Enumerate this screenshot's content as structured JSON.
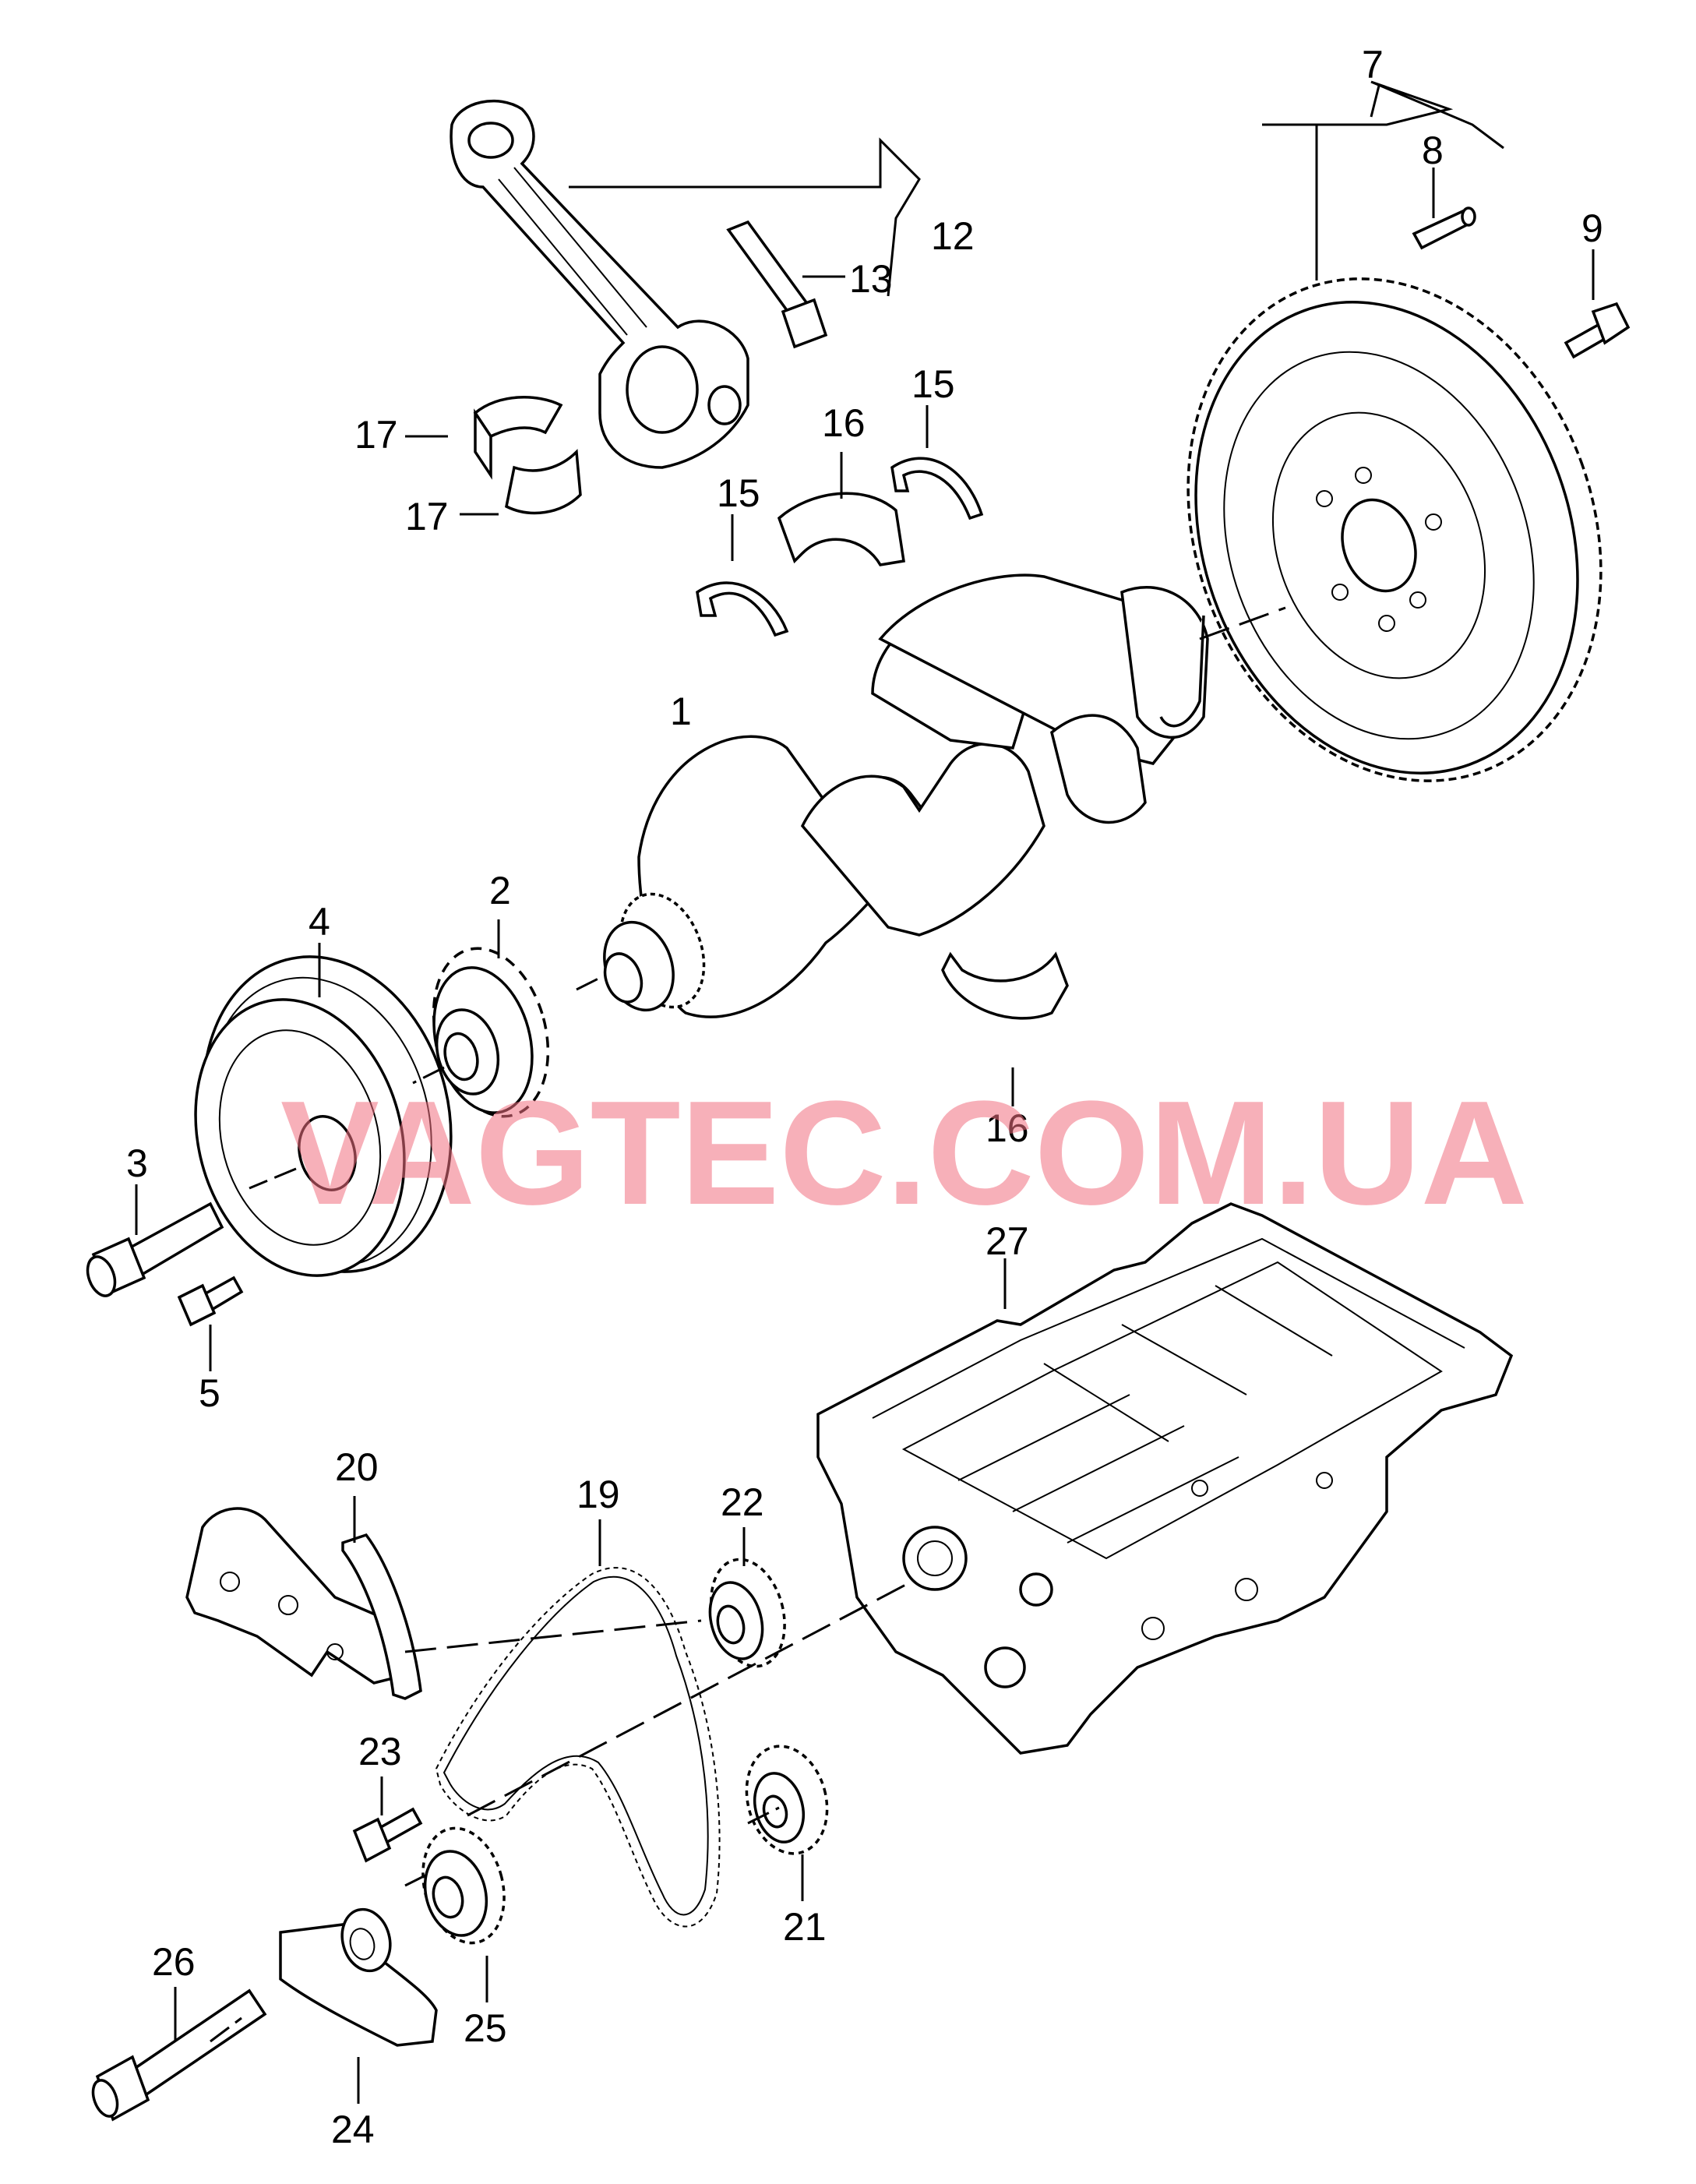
{
  "watermark": "VAGTEC.COM.UA",
  "callouts": {
    "c1": "1",
    "c2": "2",
    "c3": "3",
    "c4": "4",
    "c5": "5",
    "c7": "7",
    "c8": "8",
    "c9": "9",
    "c12": "12",
    "c13": "13",
    "c15a": "15",
    "c15b": "15",
    "c16a": "16",
    "c16b": "16",
    "c17a": "17",
    "c17b": "17",
    "c19": "19",
    "c20": "20",
    "c21": "21",
    "c22": "22",
    "c23": "23",
    "c24": "24",
    "c25": "25",
    "c26": "26",
    "c27": "27"
  }
}
